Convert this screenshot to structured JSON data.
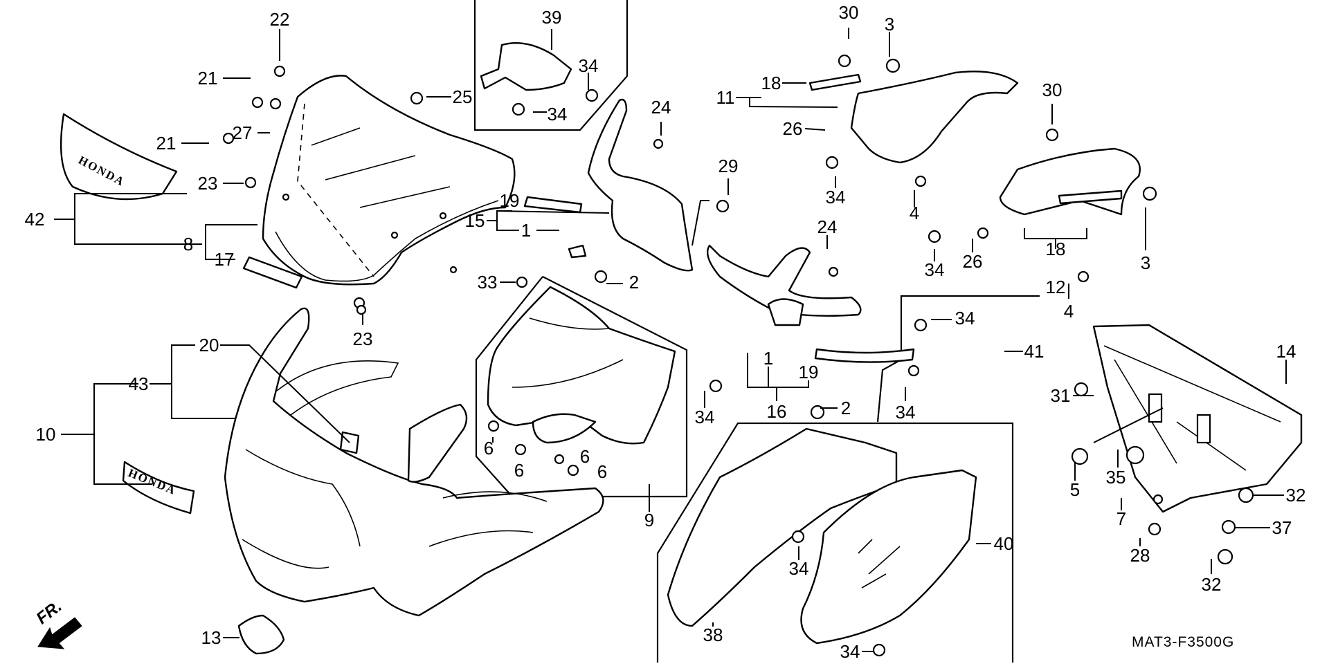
{
  "diagram": {
    "type": "exploded parts diagram",
    "subject": "Motorcycle upper cowl / fairing assembly",
    "diagram_code": "MAT3-F3500G",
    "direction_indicator": "FR.",
    "decal_text": "HONDA",
    "callouts": [
      {
        "id": "c22",
        "ref": "22"
      },
      {
        "id": "c21a",
        "ref": "21"
      },
      {
        "id": "c21b",
        "ref": "21"
      },
      {
        "id": "c27",
        "ref": "27"
      },
      {
        "id": "c23a",
        "ref": "23"
      },
      {
        "id": "c23b",
        "ref": "23"
      },
      {
        "id": "c25",
        "ref": "25"
      },
      {
        "id": "c42",
        "ref": "42"
      },
      {
        "id": "c8",
        "ref": "8"
      },
      {
        "id": "c17",
        "ref": "17"
      },
      {
        "id": "c39",
        "ref": "39"
      },
      {
        "id": "c34a",
        "ref": "34"
      },
      {
        "id": "c34b",
        "ref": "34"
      },
      {
        "id": "c24a",
        "ref": "24"
      },
      {
        "id": "c19a",
        "ref": "19"
      },
      {
        "id": "c15",
        "ref": "15"
      },
      {
        "id": "c1a",
        "ref": "1"
      },
      {
        "id": "c29",
        "ref": "29"
      },
      {
        "id": "c33",
        "ref": "33"
      },
      {
        "id": "c2a",
        "ref": "2"
      },
      {
        "id": "c30a",
        "ref": "30"
      },
      {
        "id": "c3a",
        "ref": "3"
      },
      {
        "id": "c18a",
        "ref": "18"
      },
      {
        "id": "c11",
        "ref": "11"
      },
      {
        "id": "c26a",
        "ref": "26"
      },
      {
        "id": "c34c",
        "ref": "34"
      },
      {
        "id": "c4a",
        "ref": "4"
      },
      {
        "id": "c30b",
        "ref": "30"
      },
      {
        "id": "c24b",
        "ref": "24"
      },
      {
        "id": "c34d",
        "ref": "34"
      },
      {
        "id": "c26b",
        "ref": "26"
      },
      {
        "id": "c18b",
        "ref": "18"
      },
      {
        "id": "c12",
        "ref": "12"
      },
      {
        "id": "c3b",
        "ref": "3"
      },
      {
        "id": "c4b",
        "ref": "4"
      },
      {
        "id": "c20",
        "ref": "20"
      },
      {
        "id": "c43",
        "ref": "43"
      },
      {
        "id": "c10",
        "ref": "10"
      },
      {
        "id": "c6a",
        "ref": "6"
      },
      {
        "id": "c6b",
        "ref": "6"
      },
      {
        "id": "c6c",
        "ref": "6"
      },
      {
        "id": "c6d",
        "ref": "6"
      },
      {
        "id": "c9",
        "ref": "9"
      },
      {
        "id": "c34e",
        "ref": "34"
      },
      {
        "id": "c1b",
        "ref": "1"
      },
      {
        "id": "c19b",
        "ref": "19"
      },
      {
        "id": "c16",
        "ref": "16"
      },
      {
        "id": "c2b",
        "ref": "2"
      },
      {
        "id": "c34f",
        "ref": "34"
      },
      {
        "id": "c41",
        "ref": "41"
      },
      {
        "id": "c34g",
        "ref": "34"
      },
      {
        "id": "c31",
        "ref": "31"
      },
      {
        "id": "c14",
        "ref": "14"
      },
      {
        "id": "c5",
        "ref": "5"
      },
      {
        "id": "c35",
        "ref": "35"
      },
      {
        "id": "c7",
        "ref": "7"
      },
      {
        "id": "c32a",
        "ref": "32"
      },
      {
        "id": "c37",
        "ref": "37"
      },
      {
        "id": "c28",
        "ref": "28"
      },
      {
        "id": "c32b",
        "ref": "32"
      },
      {
        "id": "c40",
        "ref": "40"
      },
      {
        "id": "c34h",
        "ref": "34"
      },
      {
        "id": "c38",
        "ref": "38"
      },
      {
        "id": "c34i",
        "ref": "34"
      },
      {
        "id": "c13",
        "ref": "13"
      }
    ]
  }
}
